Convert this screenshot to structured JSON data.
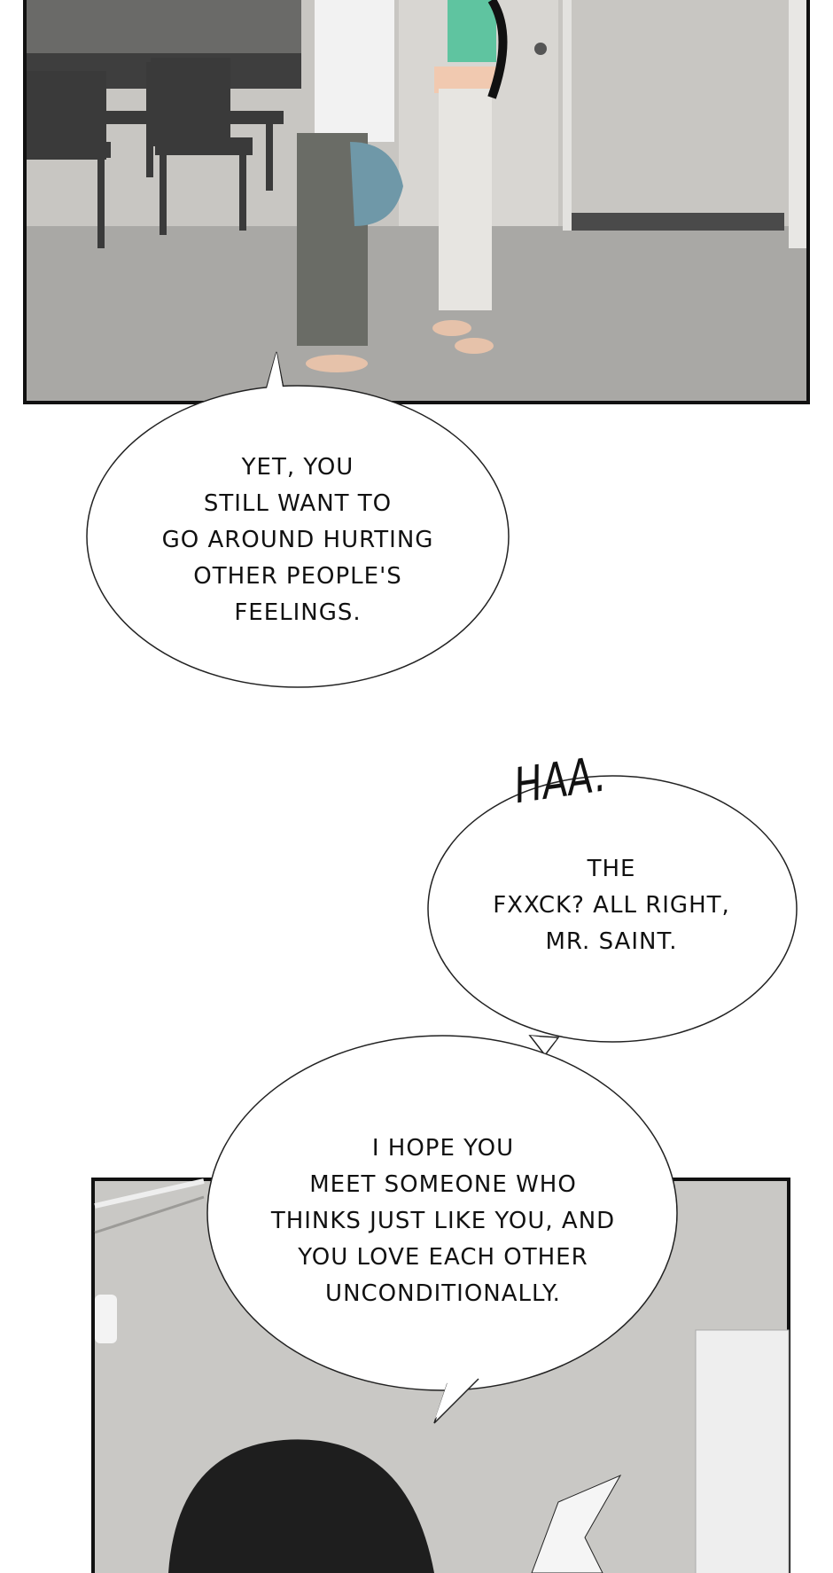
{
  "page": {
    "background": "#ffffff"
  },
  "bubbles": [
    {
      "lines": [
        "YET, YOU",
        "STILL WANT TO",
        "GO AROUND HURTING",
        "OTHER PEOPLE'S",
        "FEELINGS."
      ]
    },
    {
      "lines": [
        "THE",
        "FXXCK? ALL RIGHT,",
        "MR. SAINT."
      ]
    },
    {
      "lines": [
        "I HOPE YOU",
        "MEET SOMEONE WHO",
        "THINKS JUST LIKE YOU, AND",
        "YOU LOVE EACH OTHER",
        "UNCONDITIONALLY."
      ]
    }
  ],
  "sfx": "HAA.",
  "colors": {
    "panel_border": "#111111",
    "floor": "#a9a8a5",
    "wall": "#c9c7c3",
    "shirt": "#5fc4a0"
  }
}
